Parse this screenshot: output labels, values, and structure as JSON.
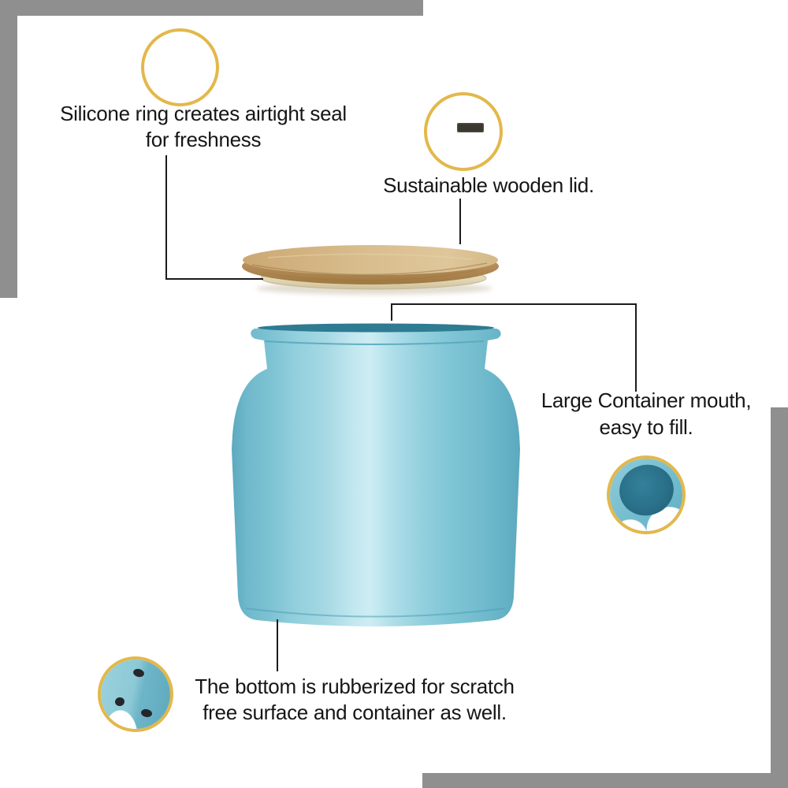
{
  "product": {
    "name": "Teal metal storage container with wooden lid",
    "colors": {
      "container_teal": "#7EC3D5",
      "container_teal_dark": "#2E7B92",
      "wood_tan": "#C9A16A",
      "silicone_cream": "#E3D9BE",
      "accent_gold": "#E3B84A",
      "decor_gray": "#8F8F8F",
      "callout_line": "#1B1B1B",
      "text": "#161616"
    }
  },
  "annotations": {
    "silicone_seal": {
      "line1": "Silicone ring creates airtight seal",
      "line2": "for freshness"
    },
    "wooden_lid": {
      "line1": "Sustainable wooden lid."
    },
    "mouth": {
      "line1": "Large Container mouth,",
      "line2": "easy to fill."
    },
    "bottom": {
      "line1": "The bottom is rubberized for scratch",
      "line2": "free surface and container as well."
    }
  },
  "insets": {
    "silicone_ring": "silicone-ring-closeup",
    "lid_top": "wooden-lid-top-closeup",
    "mouth": "container-mouth-closeup",
    "bottom": "rubberized-bottom-closeup"
  }
}
